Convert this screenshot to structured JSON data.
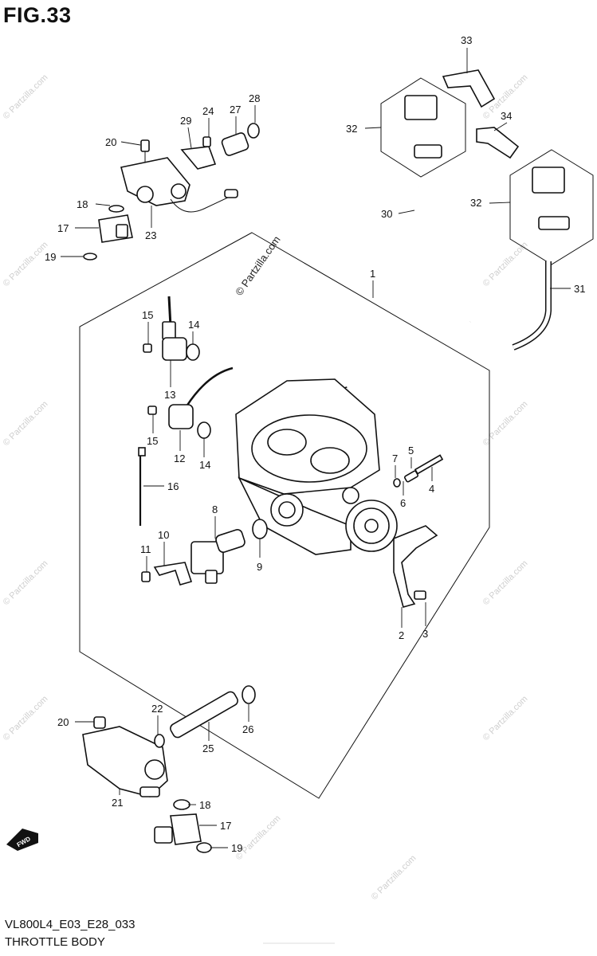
{
  "figure": {
    "title": "FIG.33",
    "model_code": "VL800L4_E03_E28_033",
    "section_name": "THROTTLE BODY"
  },
  "watermark": {
    "main_text": "© Partzilla.com",
    "repeat_text": "© Partzilla.com"
  },
  "fwd_marker": {
    "label": "FWD"
  },
  "callouts": [
    "1",
    "2",
    "3",
    "4",
    "5",
    "6",
    "7",
    "8",
    "9",
    "10",
    "11",
    "12",
    "13",
    "14",
    "14",
    "15",
    "15",
    "16",
    "17",
    "17",
    "18",
    "18",
    "19",
    "19",
    "20",
    "20",
    "21",
    "22",
    "23",
    "24",
    "25",
    "26",
    "27",
    "28",
    "29",
    "30",
    "31",
    "32",
    "32",
    "33",
    "34"
  ]
}
